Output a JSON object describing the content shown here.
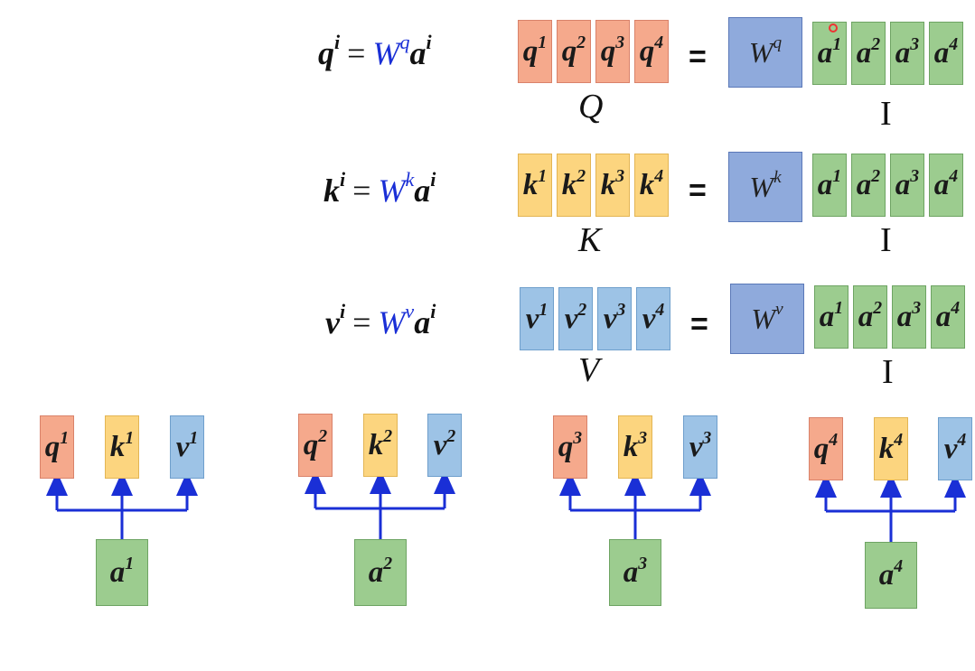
{
  "equations": [
    {
      "lhs": "q",
      "sup": "i",
      "eq": "=",
      "w": "W",
      "wsup": "q",
      "a": "a",
      "asup": "i"
    },
    {
      "lhs": "k",
      "sup": "i",
      "eq": "=",
      "w": "W",
      "wsup": "k",
      "a": "a",
      "asup": "i"
    },
    {
      "lhs": "v",
      "sup": "i",
      "eq": "=",
      "w": "W",
      "wsup": "v",
      "a": "a",
      "asup": "i"
    }
  ],
  "matrices": [
    {
      "cells": [
        {
          "b": "q",
          "s": "1"
        },
        {
          "b": "q",
          "s": "2"
        },
        {
          "b": "q",
          "s": "3"
        },
        {
          "b": "q",
          "s": "4"
        }
      ],
      "label": "Q",
      "weight": {
        "b": "W",
        "s": "q"
      },
      "inputs": [
        {
          "b": "a",
          "s": "1"
        },
        {
          "b": "a",
          "s": "2"
        },
        {
          "b": "a",
          "s": "3"
        },
        {
          "b": "a",
          "s": "4"
        }
      ],
      "input_label": "I",
      "eq": "="
    },
    {
      "cells": [
        {
          "b": "k",
          "s": "1"
        },
        {
          "b": "k",
          "s": "2"
        },
        {
          "b": "k",
          "s": "3"
        },
        {
          "b": "k",
          "s": "4"
        }
      ],
      "label": "K",
      "weight": {
        "b": "W",
        "s": "k"
      },
      "inputs": [
        {
          "b": "a",
          "s": "1"
        },
        {
          "b": "a",
          "s": "2"
        },
        {
          "b": "a",
          "s": "3"
        },
        {
          "b": "a",
          "s": "4"
        }
      ],
      "input_label": "I",
      "eq": "="
    },
    {
      "cells": [
        {
          "b": "v",
          "s": "1"
        },
        {
          "b": "v",
          "s": "2"
        },
        {
          "b": "v",
          "s": "3"
        },
        {
          "b": "v",
          "s": "4"
        }
      ],
      "label": "V",
      "weight": {
        "b": "W",
        "s": "v"
      },
      "inputs": [
        {
          "b": "a",
          "s": "1"
        },
        {
          "b": "a",
          "s": "2"
        },
        {
          "b": "a",
          "s": "3"
        },
        {
          "b": "a",
          "s": "4"
        }
      ],
      "input_label": "I",
      "eq": "="
    }
  ],
  "groups": [
    {
      "q": {
        "b": "q",
        "s": "1"
      },
      "k": {
        "b": "k",
        "s": "1"
      },
      "v": {
        "b": "v",
        "s": "1"
      },
      "a": {
        "b": "a",
        "s": "1"
      }
    },
    {
      "q": {
        "b": "q",
        "s": "2"
      },
      "k": {
        "b": "k",
        "s": "2"
      },
      "v": {
        "b": "v",
        "s": "2"
      },
      "a": {
        "b": "a",
        "s": "2"
      }
    },
    {
      "q": {
        "b": "q",
        "s": "3"
      },
      "k": {
        "b": "k",
        "s": "3"
      },
      "v": {
        "b": "v",
        "s": "3"
      },
      "a": {
        "b": "a",
        "s": "3"
      }
    },
    {
      "q": {
        "b": "q",
        "s": "4"
      },
      "k": {
        "b": "k",
        "s": "4"
      },
      "v": {
        "b": "v",
        "s": "4"
      },
      "a": {
        "b": "a",
        "s": "4"
      }
    }
  ],
  "colors": {
    "query": "#f5a98c",
    "key": "#fcd57f",
    "value": "#9dc3e6",
    "input": "#9ccc8f",
    "weight": "#8faadc",
    "arrow": "#1a2fd6"
  }
}
